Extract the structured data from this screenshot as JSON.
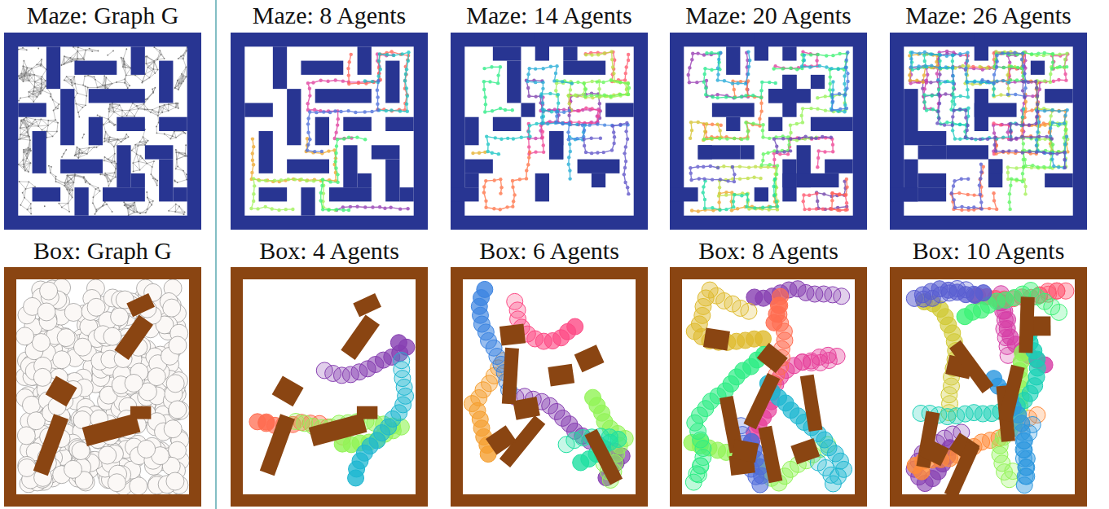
{
  "diagram": {
    "labels": [
      "Maze: Graph G",
      "Maze: 8 Agents",
      "Maze: 14 Agents",
      "Maze: 20 Agents",
      "Maze: 26 Agents",
      "Box: Graph G",
      "Box: 4 Agents",
      "Box: 6 Agents",
      "Box: 8 Agents",
      "Box: 10 Agents"
    ]
  }
}
